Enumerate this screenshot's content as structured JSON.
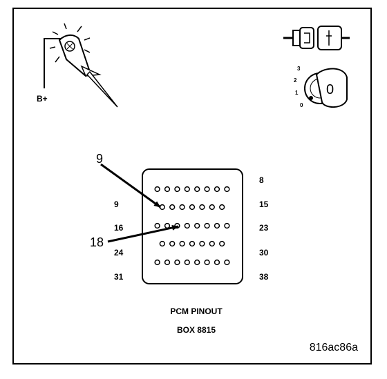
{
  "tester": {
    "label": "B+"
  },
  "ignition": {
    "positions": [
      "3",
      "2",
      "1",
      "0"
    ],
    "key_symbol": "0"
  },
  "connector": {
    "row_counts": [
      8,
      7,
      8,
      7,
      8
    ],
    "left_labels": [
      "9",
      "16",
      "24",
      "31"
    ],
    "right_labels": [
      "8",
      "15",
      "23",
      "30",
      "38"
    ],
    "callouts": [
      "9",
      "18"
    ]
  },
  "caption": {
    "line1": "PCM PINOUT",
    "line2": "BOX 8815"
  },
  "figure_id": "816ac86a"
}
